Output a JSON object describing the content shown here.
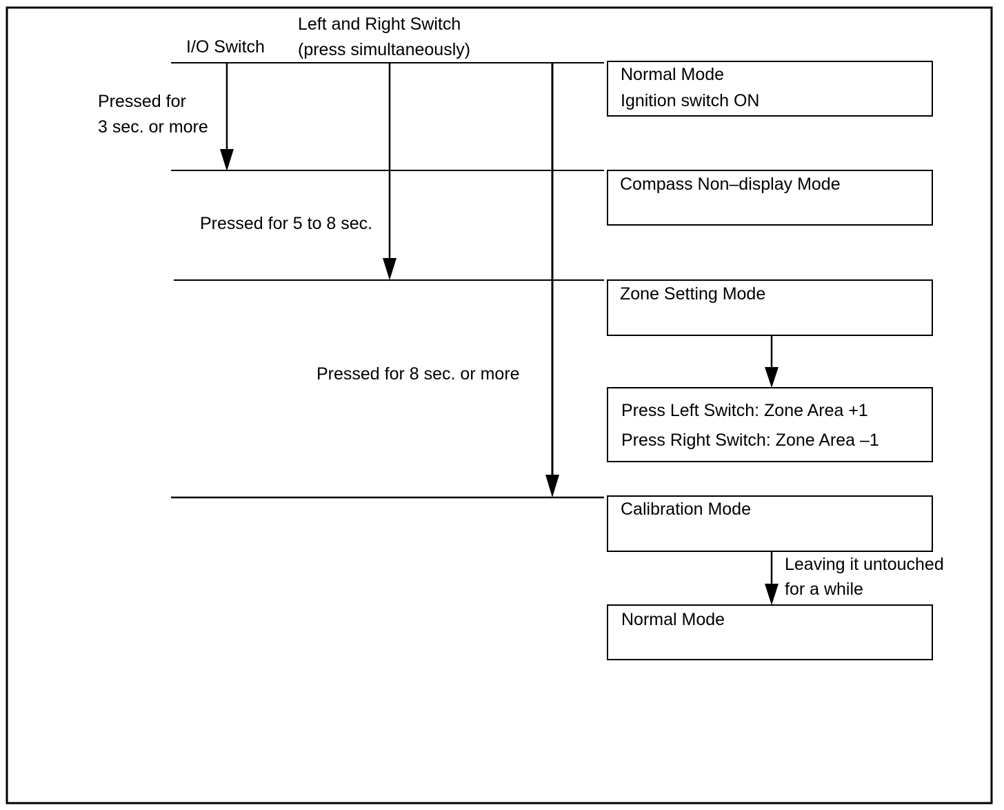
{
  "switches": {
    "io_switch": "I/O Switch",
    "left_right_switch_line1": "Left and Right Switch",
    "left_right_switch_line2": "(press simultaneously)"
  },
  "conditions": {
    "io_press_line1": "Pressed for",
    "io_press_line2": "3 sec. or more",
    "lr_press_short": "Pressed for 5 to 8 sec.",
    "lr_press_long": "Pressed for 8 sec. or more",
    "timeout_line1": "Leaving it untouched",
    "timeout_line2": "for a while"
  },
  "modes": {
    "normal_start_line1": "Normal Mode",
    "normal_start_line2": "Ignition switch ON",
    "compass_nondisplay": "Compass Non–display Mode",
    "zone_setting": "Zone Setting Mode",
    "zone_adjust_line1": "Press Left Switch: Zone Area +1",
    "zone_adjust_line2": "Press Right Switch: Zone Area –1",
    "calibration": "Calibration Mode",
    "normal_end": "Normal Mode"
  }
}
